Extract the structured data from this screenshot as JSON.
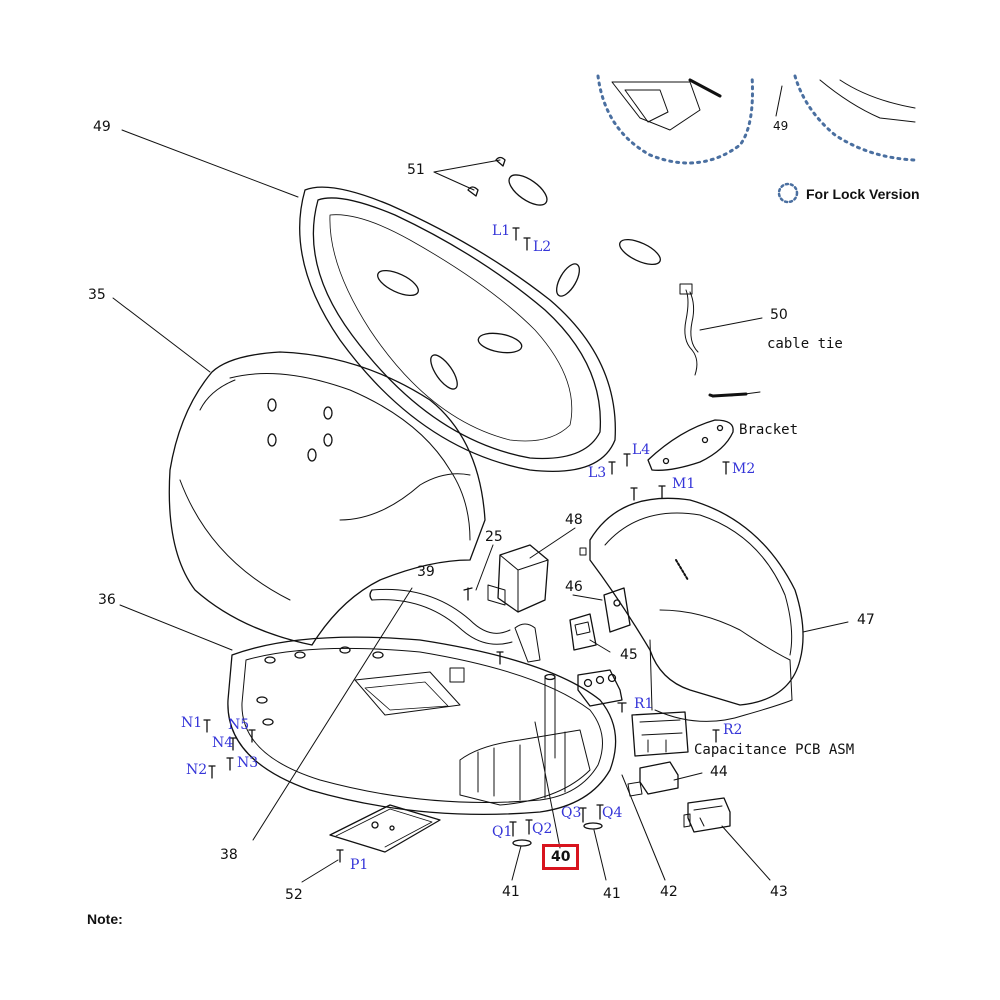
{
  "legend": {
    "text": "For Lock Version"
  },
  "note": {
    "text": "Note:"
  },
  "highlight": {
    "part": "40",
    "color": "#d8141e"
  },
  "colors": {
    "code_label": "#3535d8",
    "line": "#111111",
    "dots": "#4a6fa0"
  },
  "parts": {
    "p49a": "49",
    "p49b": "49",
    "p51": "51",
    "p35": "35",
    "p36": "36",
    "p38": "38",
    "p39": "39",
    "p25": "25",
    "p48": "48",
    "p46": "46",
    "p45": "45",
    "p47": "47",
    "p50": "50",
    "p44": "44",
    "p43": "43",
    "p42": "42",
    "p41a": "41",
    "p41b": "41",
    "p40": "40",
    "p52": "52"
  },
  "codes": {
    "L1": "L1",
    "L2": "L2",
    "L3": "L3",
    "L4": "L4",
    "M1": "M1",
    "M2": "M2",
    "R1": "R1",
    "R2": "R2",
    "N1": "N1",
    "N2": "N2",
    "N3": "N3",
    "N4": "N4",
    "N5": "N5",
    "Q1": "Q1",
    "Q2": "Q2",
    "Q3": "Q3",
    "Q4": "Q4",
    "P1": "P1"
  },
  "texts": {
    "cable_tie": "cable tie",
    "bracket": "Bracket",
    "capacitance": "Capacitance PCB ASM"
  }
}
